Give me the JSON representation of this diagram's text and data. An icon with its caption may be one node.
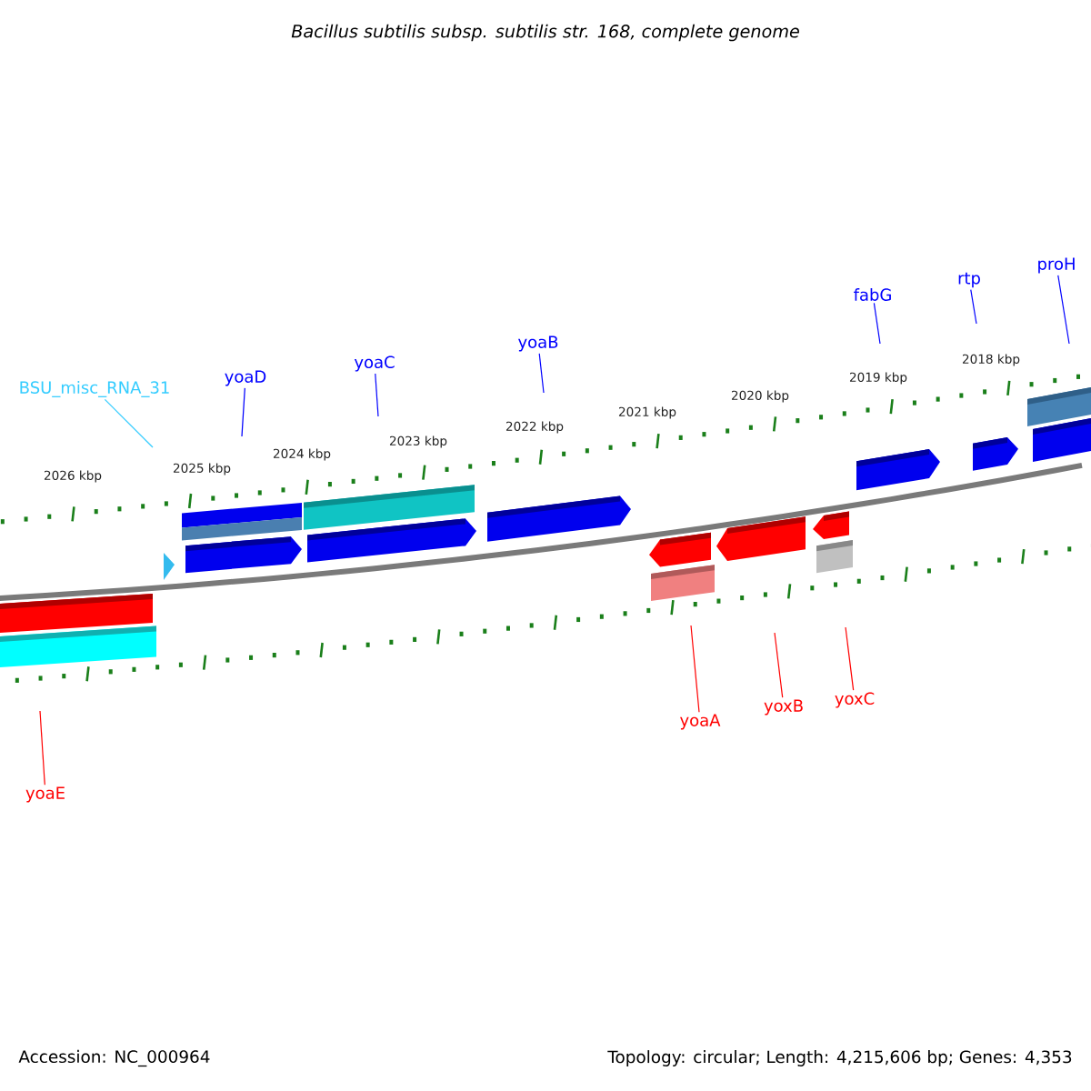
{
  "diagram": {
    "title": "*Bacillus subtilis subsp. subtilis str. 168, complete genome*",
    "nodes": [
      {
        "text": [
          "BSU_misc_RNA_31"
        ]
      },
      {
        "text": [
          "yoaD"
        ]
      },
      {
        "text": [
          "yoaC"
        ]
      },
      {
        "text": [
          "yoaB"
        ]
      },
      {
        "text": [
          "fabG"
        ]
      },
      {
        "text": [
          "rtp"
        ]
      },
      {
        "text": [
          "proH"
        ]
      },
      {
        "text": [
          "yoaE"
        ]
      },
      {
        "text": [
          "yoaA"
        ]
      },
      {
        "text": [
          "yoxB"
        ]
      },
      {
        "text": [
          "yoxC"
        ]
      }
    ],
    "edges": [
      {
        "from": 0,
        "to": null,
        "arrow": "none",
        "color": "#33ccff"
      },
      {
        "from": 1,
        "to": null,
        "arrow": "none"
      },
      {
        "from": 2,
        "to": null,
        "arrow": "none"
      },
      {
        "from": 3,
        "to": null,
        "arrow": "none"
      },
      {
        "from": 4,
        "to": null,
        "arrow": "none"
      },
      {
        "from": 5,
        "to": null,
        "arrow": "none"
      },
      {
        "from": 6,
        "to": null,
        "arrow": "none"
      },
      {
        "from": 7,
        "to": null,
        "arrow": "none",
        "color": "#ff0000"
      },
      {
        "from": 8,
        "to": null,
        "arrow": "none",
        "color": "#ff0000"
      },
      {
        "from": 9,
        "to": null,
        "arrow": "none",
        "color": "#ff0000"
      },
      {
        "from": 10,
        "to": null,
        "arrow": "none",
        "color": "#ff0000"
      }
    ],
    "labels": [
      "2026 kbp",
      "2025 kbp",
      "2024 kbp",
      "2023 kbp",
      "2022 kbp",
      "2021 kbp",
      "2020 kbp",
      "2019 kbp",
      "2018 kbp",
      "Accession: NC_000964",
      "Topology: circular; Length: 4,215,606 bp; Genes: 4,353"
    ]
  }
}
